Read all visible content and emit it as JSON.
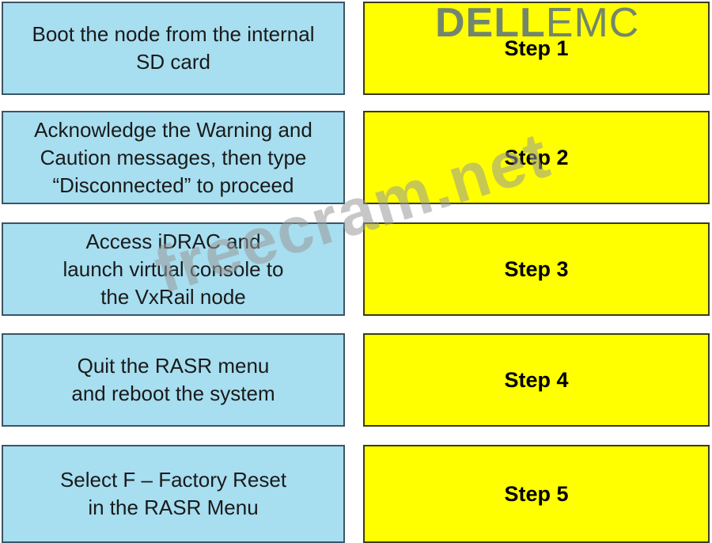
{
  "colors": {
    "source_box": "#a7def0",
    "target_box": "#ffff00",
    "logo": "#5a7282",
    "watermark": "#9a9a9a"
  },
  "logo": {
    "text_dell": "DELL",
    "text_emc": "EMC"
  },
  "watermark": "freecram.net",
  "rows": [
    {
      "source": "Boot the node from the internal\nSD card",
      "target": "Step 1"
    },
    {
      "source": "Acknowledge the Warning and\nCaution messages, then type\n“Disconnected” to proceed",
      "target": "Step 2"
    },
    {
      "source": "Access iDRAC and\nlaunch virtual console to\nthe VxRail node",
      "target": "Step 3"
    },
    {
      "source": "Quit the RASR menu\nand reboot the system",
      "target": "Step 4"
    },
    {
      "source": "Select F – Factory Reset\nin the RASR Menu",
      "target": "Step 5"
    }
  ]
}
